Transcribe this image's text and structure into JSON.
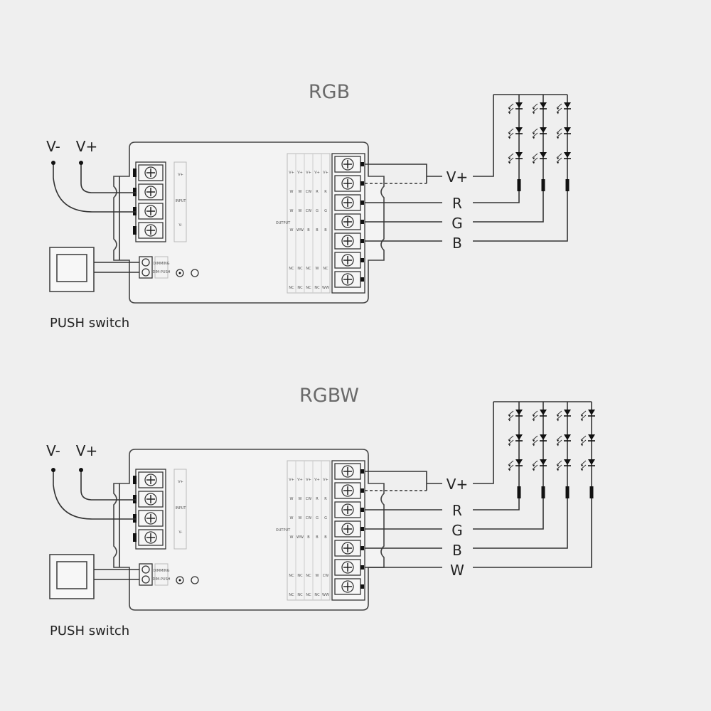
{
  "diagrams": [
    {
      "title": "RGB",
      "input": {
        "v_minus": "V-",
        "v_plus": "V+"
      },
      "push_switch_label": "PUSH switch",
      "outputs": [
        "V+",
        "R",
        "G",
        "B"
      ],
      "led_columns": 3,
      "input_block_text": [
        "V+",
        "INPUT",
        "V-"
      ],
      "push_block_text": [
        "DIMMING",
        "DIM-PUSH"
      ],
      "output_header": "OUTPUT",
      "output_table": [
        [
          "V+",
          "V+",
          "V+",
          "V+",
          "V+"
        ],
        [
          "W",
          "W",
          "CW",
          "R",
          "R"
        ],
        [
          "W",
          "W",
          "CW",
          "G",
          "G"
        ],
        [
          "W",
          "WW",
          "B",
          "B",
          "B"
        ],
        [
          "NC",
          "NC",
          "NC",
          "W",
          "NC"
        ],
        [
          "NC",
          "NC",
          "NC",
          "NC",
          "WW"
        ]
      ]
    },
    {
      "title": "RGBW",
      "input": {
        "v_minus": "V-",
        "v_plus": "V+"
      },
      "push_switch_label": "PUSH switch",
      "outputs": [
        "V+",
        "R",
        "G",
        "B",
        "W"
      ],
      "led_columns": 4,
      "input_block_text": [
        "V+",
        "INPUT",
        "V-"
      ],
      "push_block_text": [
        "DIMMING",
        "DIM-PUSH"
      ],
      "output_header": "OUTPUT",
      "output_table": [
        [
          "V+",
          "V+",
          "V+",
          "V+",
          "V+"
        ],
        [
          "W",
          "W",
          "CW",
          "R",
          "R"
        ],
        [
          "W",
          "W",
          "CW",
          "G",
          "G"
        ],
        [
          "W",
          "WW",
          "B",
          "B",
          "B"
        ],
        [
          "NC",
          "NC",
          "NC",
          "W",
          "CW"
        ],
        [
          "NC",
          "NC",
          "NC",
          "NC",
          "WW"
        ]
      ]
    }
  ]
}
